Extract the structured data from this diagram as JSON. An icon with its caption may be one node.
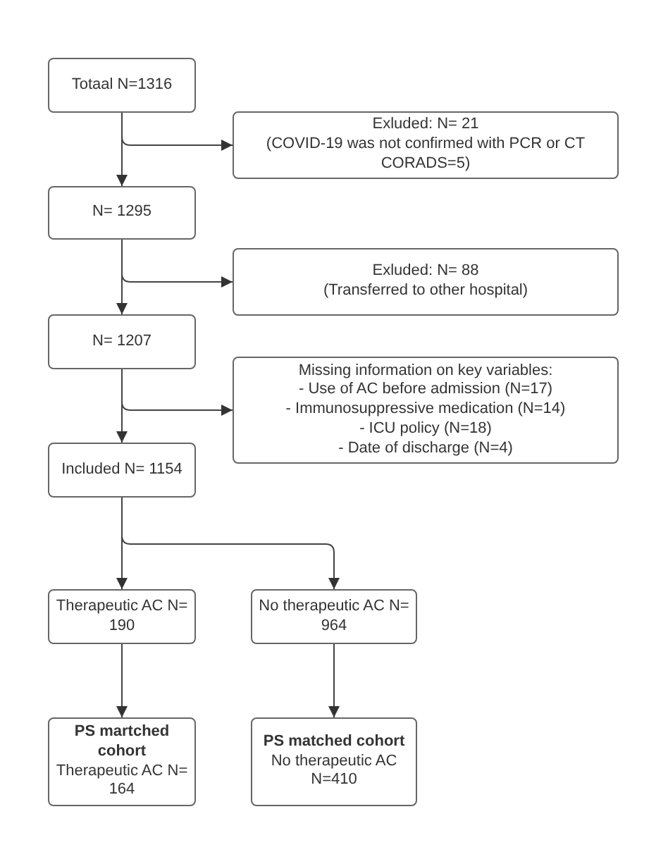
{
  "diagram": {
    "nodes": [
      {
        "text": [
          "Totaal N=1316"
        ]
      },
      {
        "text": [
          "Exluded: N= 21",
          "(COVID-19 was not confirmed with PCR or CT CORADS=5)"
        ]
      },
      {
        "text": [
          "N= 1295"
        ]
      },
      {
        "text": [
          "Exluded: N= 88",
          "(Transferred to other hospital)"
        ]
      },
      {
        "text": [
          "N= 1207"
        ]
      },
      {
        "text": [
          "Missing information on key variables:",
          "- Use of AC before admission (N=17)",
          "- Immunosuppressive medication (N=14)",
          "- ICU policy (N=18)",
          "- Date of discharge (N=4)"
        ]
      },
      {
        "text": [
          "Included N= 1154"
        ]
      },
      {
        "text": [
          "Therapeutic AC N= 190"
        ]
      },
      {
        "text": [
          "No therapeutic AC N= 964"
        ]
      },
      {
        "text": [
          "PS martched cohort",
          "Therapeutic AC N= 164"
        ]
      },
      {
        "text": [
          "PS matched cohort",
          "No therapeutic AC N=410"
        ]
      }
    ],
    "edges": [
      {
        "from": 0,
        "to": 1,
        "arrow": "to"
      },
      {
        "from": 0,
        "to": 2,
        "arrow": "to"
      },
      {
        "from": 2,
        "to": 3,
        "arrow": "to"
      },
      {
        "from": 2,
        "to": 4,
        "arrow": "to"
      },
      {
        "from": 4,
        "to": 5,
        "arrow": "to"
      },
      {
        "from": 4,
        "to": 6,
        "arrow": "to"
      },
      {
        "from": 6,
        "to": 7,
        "arrow": "to"
      },
      {
        "from": 6,
        "to": 8,
        "arrow": "to"
      },
      {
        "from": 7,
        "to": 9,
        "arrow": "to"
      },
      {
        "from": 8,
        "to": 10,
        "arrow": "to"
      }
    ]
  }
}
